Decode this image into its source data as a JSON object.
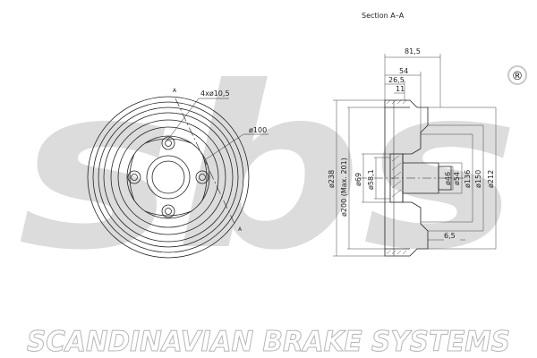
{
  "brand": {
    "logo_text": "sbs",
    "registered_mark": "®",
    "footer_text": "SCANDINAVIAN BRAKE SYSTEMS"
  },
  "front_view": {
    "section_marker_top": "A",
    "section_marker_bottom": "A",
    "bolt_holes_label": "4xø10,5",
    "pcd_label": "ø100",
    "bolt_hole_count": 4
  },
  "section_view": {
    "title": "Section  A–A",
    "width_dims": [
      "81,5",
      "54",
      "26,5",
      "11"
    ],
    "left_diameters": [
      "ø238",
      "ø200  (Max. 201)",
      "ø69",
      "ø58,1"
    ],
    "right_diameters": [
      "ø46",
      "ø54",
      "ø136",
      "ø150",
      "ø212"
    ],
    "bottom_dim": "6,5"
  },
  "colors": {
    "line": "#222222",
    "dim": "#444444",
    "watermark": "#d9d9d9",
    "footer": "#bfbfbf"
  }
}
